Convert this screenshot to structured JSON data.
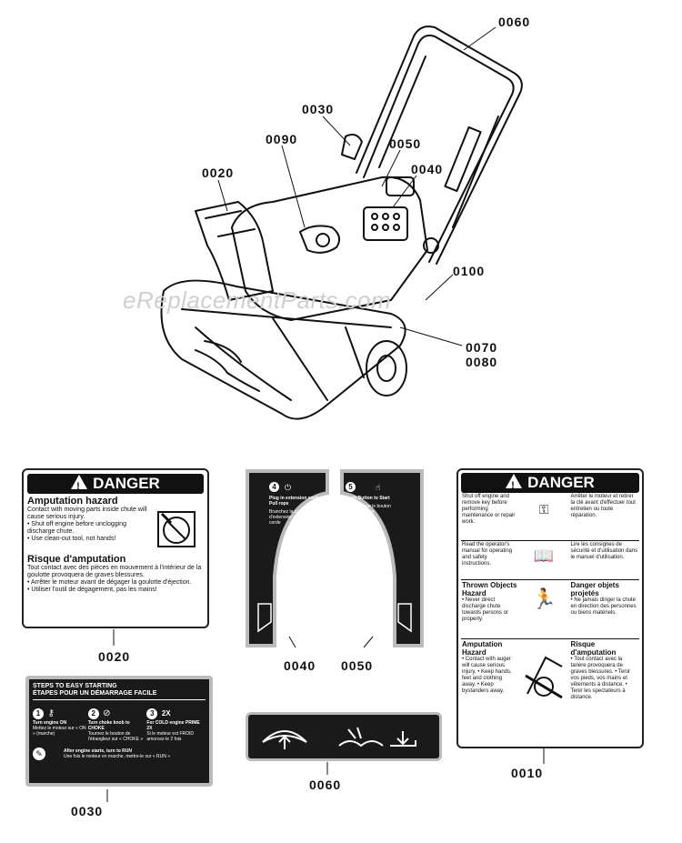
{
  "watermark": "eReplacementParts.com",
  "callouts": {
    "c0060a": "0060",
    "c0030a": "0030",
    "c0090": "0090",
    "c0050a": "0050",
    "c0040a": "0040",
    "c0020a": "0020",
    "c0100": "0100",
    "c0070": "0070",
    "c0080": "0080",
    "c0020b": "0020",
    "c0040b": "0040",
    "c0050b": "0050",
    "c0010": "0010",
    "c0030b": "0030",
    "c0060b": "0060"
  },
  "decal_0020": {
    "header": "DANGER",
    "title_en": "Amputation hazard",
    "body_en": "Contact with moving parts inside chute will cause serious injury.",
    "bullet1_en": "• Shut off engine before unclogging discharge chute.",
    "bullet2_en": "• Use clean-out tool, not hands!",
    "title_fr": "Risque d'amputation",
    "body_fr": "Tout contact avec des pièces en mouvement à l'intérieur de la goulotte provoquera de graves blessures.",
    "bullet1_fr": "• Arrêter le moteur avant de dégager la goulotte d'éjection.",
    "bullet2_fr": "• Utiliser l'outil de dégagement, pas les mains!"
  },
  "decal_0040": {
    "step": "4",
    "text_en": "Plug in extension cord or Pull rope",
    "text_fr": "Branchez la cordon d'extension ou tirer la corde"
  },
  "decal_0050": {
    "step": "5",
    "text_en": "Push Button to Start",
    "text_fr": "Appuyez sur le bouton pour démarrer"
  },
  "decal_0010": {
    "header": "DANGER",
    "r1_en": "Shut off engine and remove key before performing maintenance or repair work.",
    "r1_fr": "Arrêter le moteur et retirer la clé avant d'effectuer tout entretien ou toute réparation.",
    "r2_en": "Read the operator's manual for operating and safety instructions.",
    "r2_fr": "Lire les consignes de sécurité et d'utilisation dans le manuel d'utilisation.",
    "r3_title_en": "Thrown Objects Hazard",
    "r3_en": "• Never direct discharge chute towards persons or property.",
    "r3_title_fr": "Danger objets projetés",
    "r3_fr": "• Ne jamais diriger la chute en direction des personnes ou biens matériels.",
    "r4_title_en": "Amputation Hazard",
    "r4_en": "• Contact with auger will cause serious injury. • Keep hands, feet and clothing away. • Keep bystanders away.",
    "r4_title_fr": "Risque d'amputation",
    "r4_fr": "• Tout contact avec la tarière provoquera de graves blessures. • Tenir vos pieds, vos mains et vêtements à distance. • Tenir les spectateurs à distance."
  },
  "decal_0030": {
    "title_en": "STEPS TO EASY STARTING",
    "title_fr": "ÉTAPES POUR UN DÉMARRAGE FACILE",
    "s1": "1",
    "s2": "2",
    "s3": "3",
    "s1_en": "Turn engine ON",
    "s1_fr": "Mettez le moteur sur « ON » (marche)",
    "s2_en": "Turn choke knob to CHOKE",
    "s2_fr": "Tournez le bouton de l'étrangleur sur « CHOKE »",
    "s3_en": "For COLD engine PRIME 2X",
    "s3_fr": "Si le moteur est FROID amorcez-le 2 fois",
    "s3_icon": "2X",
    "foot_en": "After engine starts, turn to RUN",
    "foot_fr": "Une fois le moteur en marche, mettre-le sur « RUN »"
  },
  "colors": {
    "decal_bg": "#1a1a1a",
    "decal_border": "#222222",
    "outer_ring": "#bbbbbb"
  }
}
